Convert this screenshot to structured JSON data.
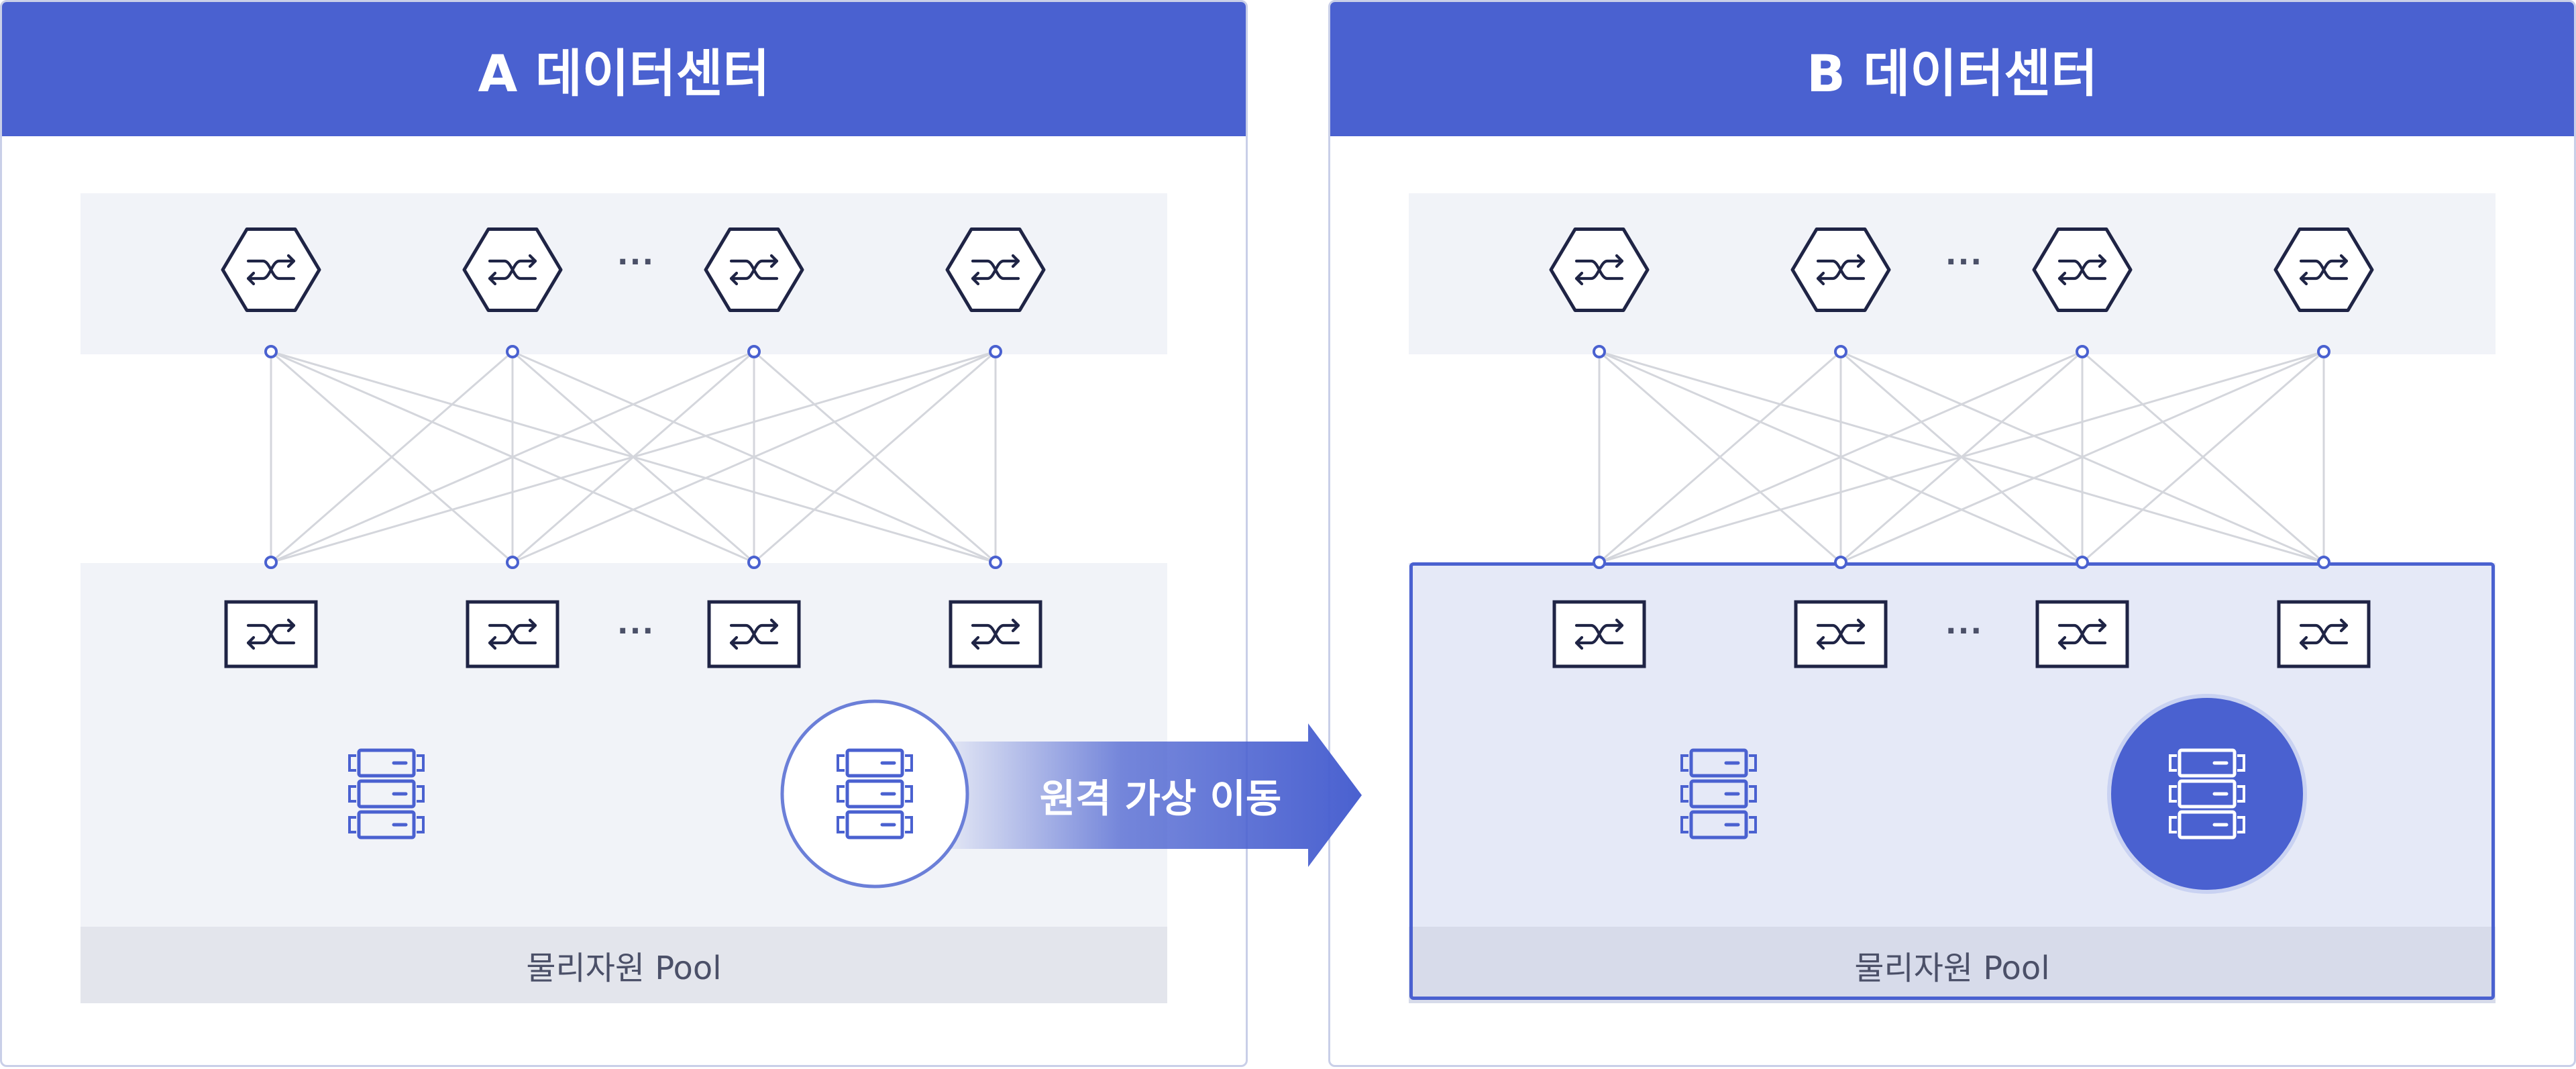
{
  "datacenter_a": {
    "title": "A 데이터센터",
    "pool_label": "물리자원 Pool",
    "spine_ellipsis": "···",
    "leaf_ellipsis": "···"
  },
  "datacenter_b": {
    "title": "B 데이터센터",
    "pool_label": "물리자원 Pool",
    "spine_ellipsis": "···",
    "leaf_ellipsis": "···"
  },
  "migration": {
    "label": "원격 가상 이동"
  },
  "colors": {
    "brand_blue": "#4a61d0",
    "icon_navy": "#1f2445",
    "link_gray": "#d4d6dc"
  }
}
